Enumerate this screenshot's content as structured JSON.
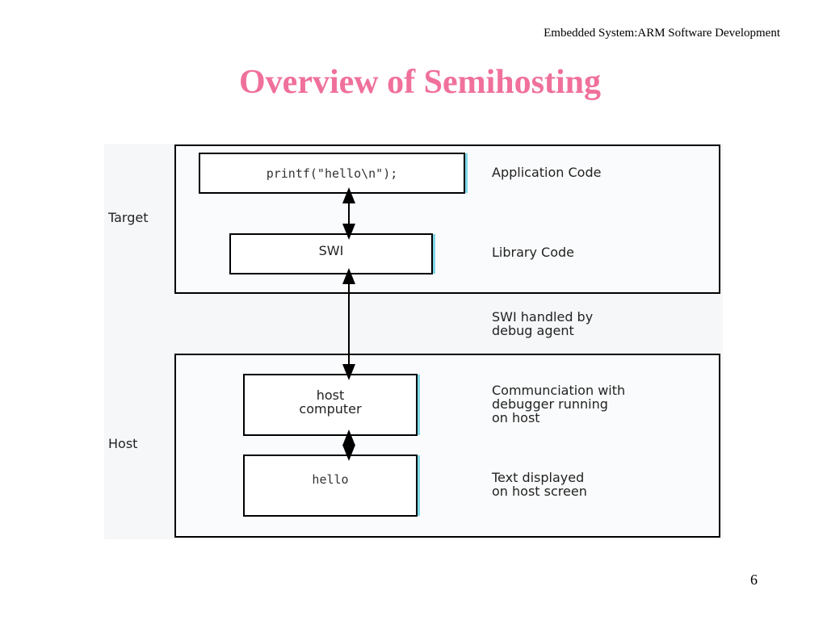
{
  "header": {
    "text": "Embedded System:ARM Software Development"
  },
  "title": "Overview of Semihosting",
  "page_number": "6",
  "diagram": {
    "regions": {
      "target_label": "Target",
      "host_label": "Host"
    },
    "boxes": {
      "app_code": "printf(\"hello\\n\");",
      "swi": "SWI",
      "host_computer": "host\ncomputer",
      "hello_output": "hello"
    },
    "descriptions": {
      "application_code": "Application Code",
      "library_code": "Library Code",
      "swi_handled": "SWI handled by\ndebug agent",
      "communication": "Communciation with\ndebugger running\non host",
      "text_displayed": "Text displayed\non host screen"
    }
  }
}
